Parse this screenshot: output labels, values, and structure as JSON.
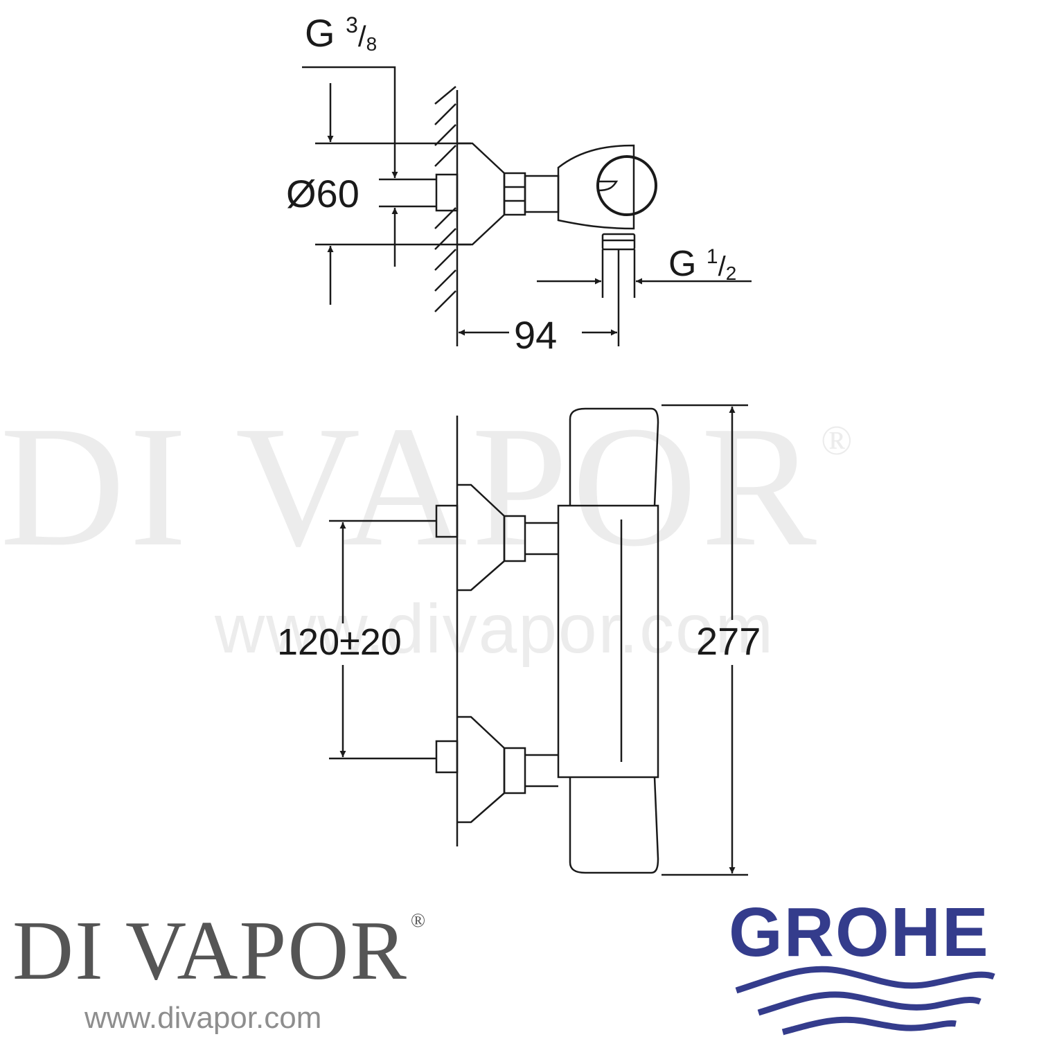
{
  "watermark": {
    "brand": "DI VAPOR",
    "registered_mark": "®",
    "url": "www.divapor.com"
  },
  "side_view": {
    "dimensions": {
      "inlet_thread": {
        "prefix": "G",
        "numerator": "3",
        "denominator": "8"
      },
      "escutcheon_diameter": "Ø60",
      "outlet_thread": {
        "prefix": "G",
        "numerator": "1",
        "denominator": "2"
      },
      "projection": "94"
    }
  },
  "front_view": {
    "dimensions": {
      "inlet_centres": "120±20",
      "overall_length": "277"
    }
  },
  "footer": {
    "divapor_logo": {
      "text": "DI VAPOR",
      "registered_mark": "®",
      "url": "www.divapor.com"
    },
    "grohe_logo": {
      "text": "GROHE",
      "color": "#343c8c"
    }
  },
  "colors": {
    "line": "#1a1a1a",
    "watermark": "#ececec",
    "divapor_logo": "#555555",
    "grohe_blue": "#343c8c"
  }
}
